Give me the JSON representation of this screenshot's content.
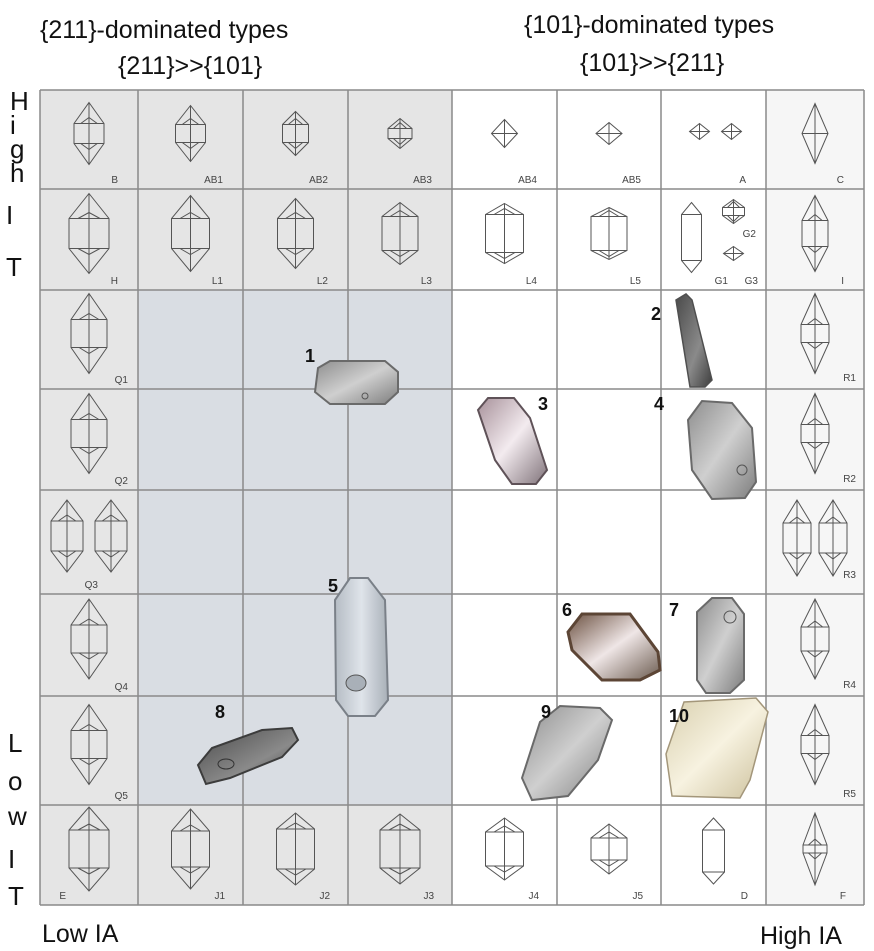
{
  "headers": {
    "left_line1": "{211}-dominated types",
    "left_line2": "{211}>>{101}",
    "right_line1": "{101}-dominated types",
    "right_line2": "{101}>>{211}"
  },
  "axis": {
    "high_it": [
      "H",
      "i",
      "g",
      "h",
      "I",
      "T"
    ],
    "low_it": [
      "L",
      "o",
      "w",
      "I",
      "T"
    ],
    "low_ia": "Low IA",
    "high_ia": "High IA"
  },
  "row_top": [
    "B",
    "AB1",
    "AB2",
    "AB3",
    "AB4",
    "AB5",
    "A",
    "C"
  ],
  "row_second": [
    "H",
    "L1",
    "L2",
    "L3",
    "L4",
    "L5",
    "G1",
    "I"
  ],
  "g_extra": [
    "G2",
    "G3"
  ],
  "left_column": [
    "Q1",
    "Q2",
    "Q3",
    "Q4",
    "Q5"
  ],
  "right_column": [
    "R1",
    "R2",
    "R3",
    "R4",
    "R5"
  ],
  "row_bottom": [
    "E",
    "J1",
    "J2",
    "J3",
    "J4",
    "J5",
    "D",
    "F"
  ],
  "grains": [
    "1",
    "2",
    "3",
    "4",
    "5",
    "6",
    "7",
    "8",
    "9",
    "10"
  ],
  "colors": {
    "gray_panel": "#e5e5e5",
    "blue_panel": "#d9dde3",
    "grid_line": "#8a8a8a",
    "sketch_line": "#555555"
  }
}
